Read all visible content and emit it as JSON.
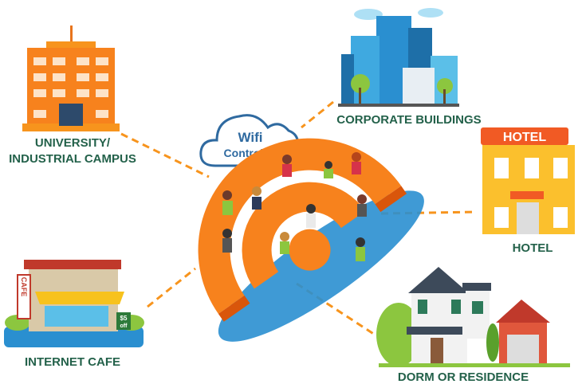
{
  "labels": {
    "university_line1": "UNIVERSITY/",
    "university_line2": "INDUSTRIAL CAMPUS",
    "corporate": "CORPORATE BUILDINGS",
    "hotel": "HOTEL",
    "cafe": "INTERNET CAFE",
    "dorm": "DORM OR RESIDENCE"
  },
  "controller": {
    "line1": "Wifi",
    "line2": "Controller"
  },
  "signs": {
    "hotel": "HOTEL",
    "cafe": "CAFE",
    "discount_line1": "$5",
    "discount_line2": "off"
  },
  "colors": {
    "label": "#23614a",
    "accent": "#f7941d",
    "cloud": "#2f6aa0"
  }
}
